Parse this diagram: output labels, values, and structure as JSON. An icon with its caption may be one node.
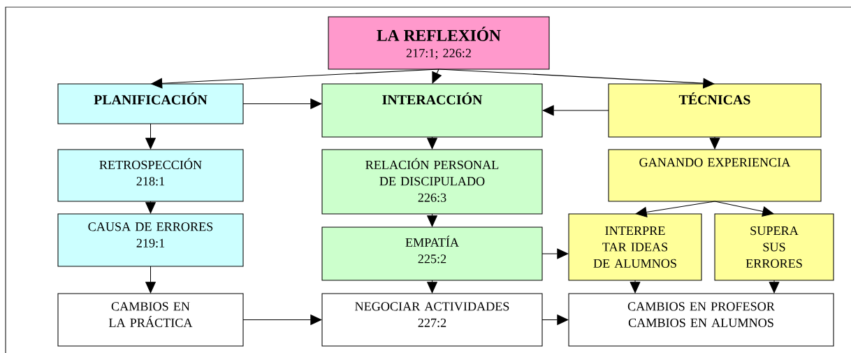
{
  "diagram": {
    "nodes": [
      {
        "text": [
          "LA REFLEXIÓN",
          "217:1; 226:2"
        ]
      },
      {
        "text": [
          "PLANIFICACIÓN"
        ]
      },
      {
        "text": [
          "INTERACCIÓN"
        ]
      },
      {
        "text": [
          "TÉCNICAS"
        ]
      },
      {
        "text": [
          "RETROSPECCIÓN",
          "218:1"
        ]
      },
      {
        "text": [
          "RELACIÓN PERSONAL DE DISCIPULADO",
          "226:3"
        ]
      },
      {
        "text": [
          "GANANDO EXPERIENCIA"
        ]
      },
      {
        "text": [
          "CAUSA DE ERRORES",
          "219:1"
        ]
      },
      {
        "text": [
          "EMPATÍA",
          "225:2"
        ]
      },
      {
        "text": [
          "INTERPRE TAR IDEAS DE ALUMNOS"
        ]
      },
      {
        "text": [
          "SUPERA SUS ERRORES"
        ]
      },
      {
        "text": [
          "CAMBIOS EN LA PRÁCTICA"
        ]
      },
      {
        "text": [
          "NEGOCIAR ACTIVIDADES",
          "227:2"
        ]
      },
      {
        "text": [
          "CAMBIOS EN PROFESOR",
          "CAMBIOS EN ALUMNOS"
        ]
      }
    ],
    "edges": [
      {
        "from": 0,
        "to": 1,
        "arrow": "to"
      },
      {
        "from": 0,
        "to": 2,
        "arrow": "to"
      },
      {
        "from": 0,
        "to": 3,
        "arrow": "to"
      },
      {
        "from": 1,
        "to": 2,
        "arrow": "to"
      },
      {
        "from": 3,
        "to": 2,
        "arrow": "to"
      },
      {
        "from": 1,
        "to": 4,
        "arrow": "to"
      },
      {
        "from": 2,
        "to": 5,
        "arrow": "to"
      },
      {
        "from": 3,
        "to": 6,
        "arrow": "to"
      },
      {
        "from": 4,
        "to": 7,
        "arrow": "to"
      },
      {
        "from": 5,
        "to": 8,
        "arrow": "to"
      },
      {
        "from": 6,
        "to": 9,
        "arrow": "to"
      },
      {
        "from": 6,
        "to": 10,
        "arrow": "to"
      },
      {
        "from": 7,
        "to": 11,
        "arrow": "to"
      },
      {
        "from": 8,
        "to": 12,
        "arrow": "to"
      },
      {
        "from": 8,
        "to": 9,
        "arrow": "to"
      },
      {
        "from": 9,
        "to": 13,
        "arrow": "to"
      },
      {
        "from": 10,
        "to": 13,
        "arrow": "to"
      },
      {
        "from": 11,
        "to": 12,
        "arrow": "to"
      },
      {
        "from": 12,
        "to": 13,
        "arrow": "to"
      }
    ]
  }
}
